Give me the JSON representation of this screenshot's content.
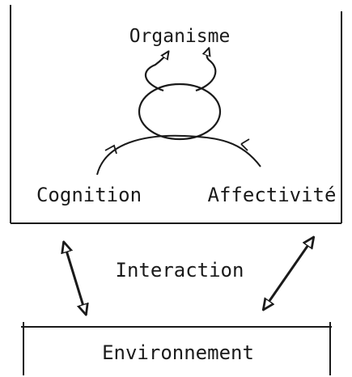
{
  "diagram": {
    "top_label": "Organisme",
    "left_label": "Cognition",
    "right_label": "Affectivité",
    "middle_label": "Interaction",
    "bottom_label": "Environnement"
  },
  "colors": {
    "ink": "#1a1a1a",
    "background": "#ffffff"
  }
}
